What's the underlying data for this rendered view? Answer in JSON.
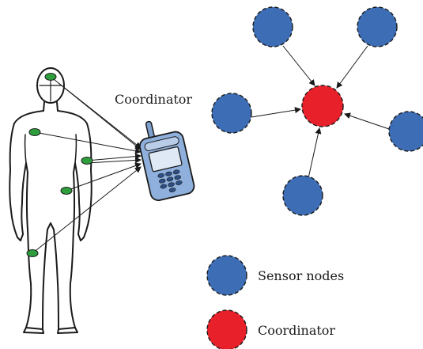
{
  "labels": {
    "coordinator_top": "Coordinator",
    "legend_sensor": "Sensor nodes",
    "legend_coordinator": "Coordinator"
  },
  "colors": {
    "sensor_node": "#3d6db5",
    "coordinator_node": "#e8202a",
    "body_sensor": "#2e9e3c",
    "phone_body": "#8fb0dc",
    "outline": "#1a1a1a"
  },
  "icons": {
    "phone": "mobile-phone-icon",
    "body": "human-body-figure"
  }
}
